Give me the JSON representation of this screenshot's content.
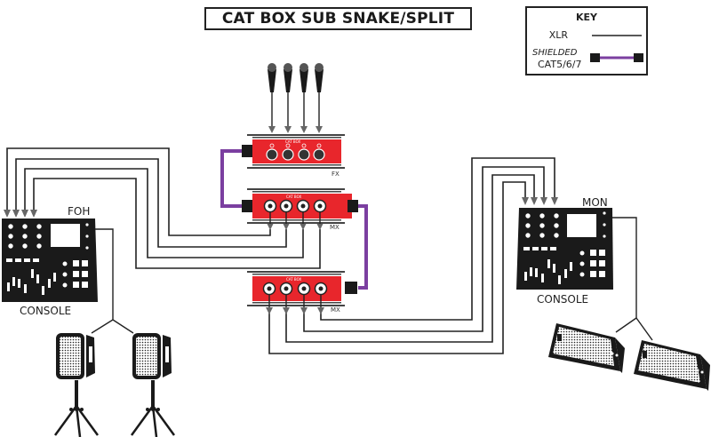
{
  "title": "CAT BOX SUB SNAKE/SPLIT",
  "key": {
    "heading": "KEY",
    "items": [
      {
        "label": "XLR",
        "style": "thin black line"
      },
      {
        "label_line1": "SHIELDED",
        "label_line2": "CAT5/6/7",
        "style": "thick purple line with black connectors"
      }
    ]
  },
  "colors": {
    "box_red": "#e8262c",
    "cat_cable": "#7b3fa0",
    "line": "#222222",
    "arrow": "#666666"
  },
  "boxes": [
    {
      "id": "fx",
      "label": "FX",
      "brand": "CAT BOX",
      "channels": 4
    },
    {
      "id": "mx1",
      "label": "MX",
      "brand": "CAT BOX",
      "channels": 4
    },
    {
      "id": "mx2",
      "label": "MX",
      "brand": "CAT BOX",
      "channels": 4
    }
  ],
  "consoles": [
    {
      "id": "foh",
      "top_label": "FOH",
      "bottom_label": "CONSOLE"
    },
    {
      "id": "mon",
      "top_label": "MON",
      "bottom_label": "CONSOLE"
    }
  ],
  "microphones": {
    "count": 4
  },
  "speakers": {
    "foh": {
      "type": "pole-mounted PA speakers",
      "count": 2
    },
    "mon": {
      "type": "floor wedge monitors",
      "count": 2
    }
  }
}
